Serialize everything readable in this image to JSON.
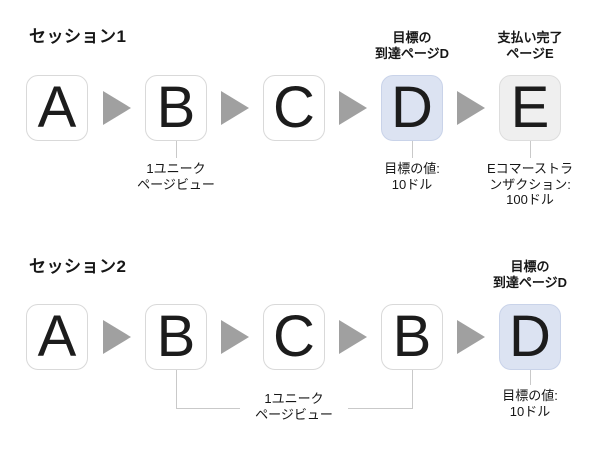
{
  "colors": {
    "background": "#ffffff",
    "box_border": "#d9d9d9",
    "box_fill": "#ffffff",
    "goal_box_fill": "#dce3f2",
    "goal_box_border": "#c9d3e9",
    "payment_box_fill": "#efefef",
    "arrow": "#a0a0a0",
    "connector_line": "#c9c9c9",
    "text": "#161616"
  },
  "sessions": [
    {
      "title": "セッション1",
      "boxes": {
        "a": "A",
        "b": "B",
        "c": "C",
        "d": "D",
        "e": "E"
      },
      "labels": {
        "above_d": "目標の\n到達ページD",
        "above_e": "支払い完了\nページE",
        "below_b": "1ユニーク\nページビュー",
        "below_d": "目標の値:\n10ドル",
        "below_e": "Eコマーストラ\nンザクション:\n100ドル"
      }
    },
    {
      "title": "セッション2",
      "boxes": {
        "a": "A",
        "b1": "B",
        "c": "C",
        "b2": "B",
        "d": "D"
      },
      "labels": {
        "above_d": "目標の\n到達ページD",
        "below_b": "1ユニーク\nページビュー",
        "below_d": "目標の値:\n10ドル"
      }
    }
  ]
}
